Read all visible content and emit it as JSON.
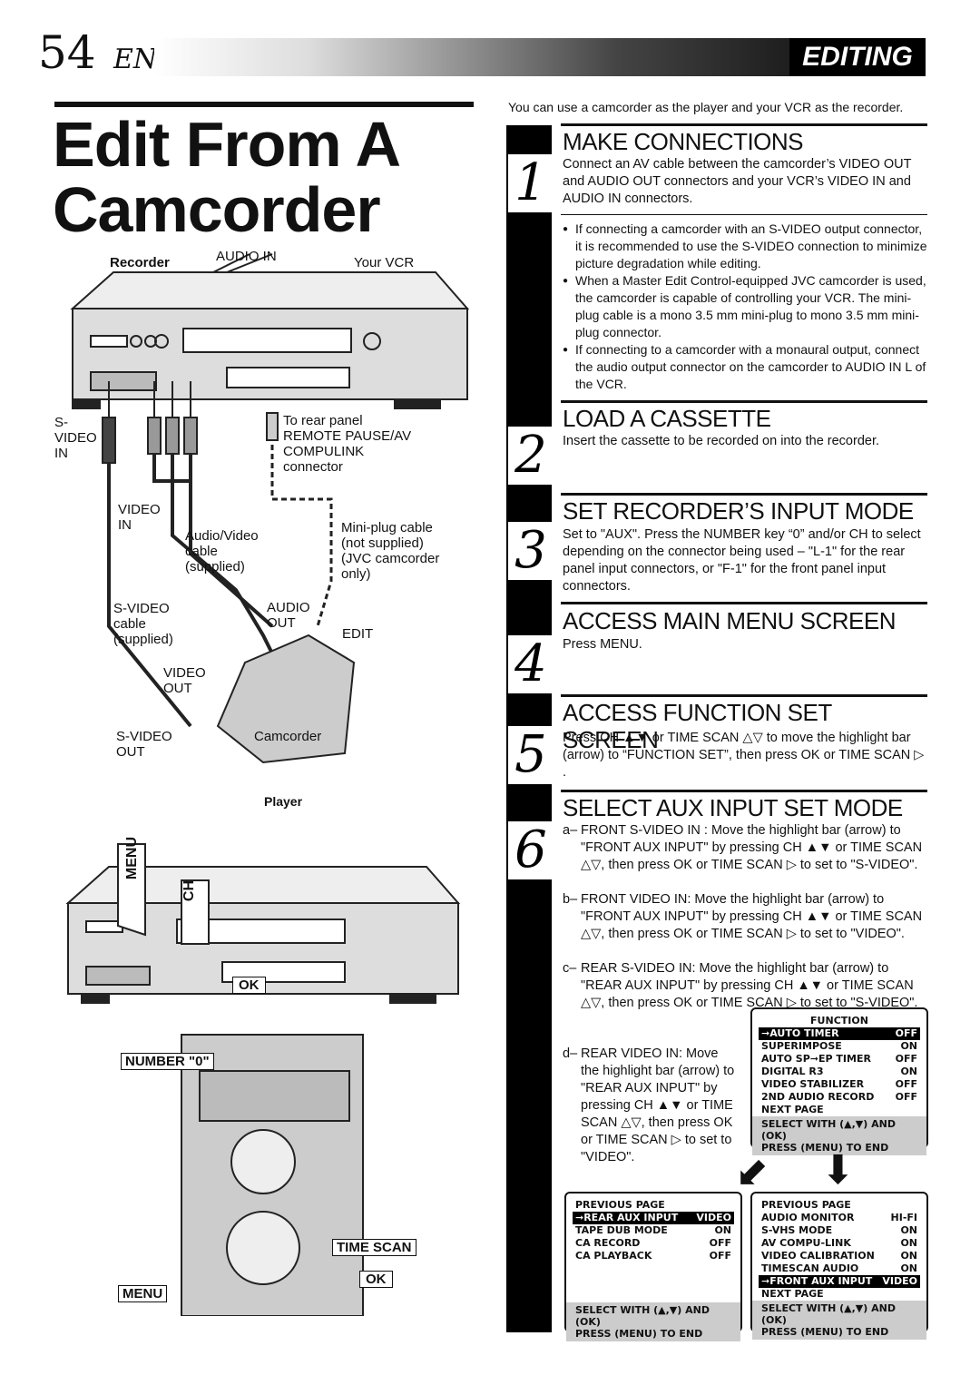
{
  "header": {
    "page_number": "54",
    "lang": "EN",
    "section": "EDITING"
  },
  "title": {
    "line1": "Edit From A",
    "line2": "Camcorder"
  },
  "diagram": {
    "recorder": "Recorder",
    "audio_in": "AUDIO IN",
    "your_vcr": "Your VCR",
    "svideo_in": "S-\nVIDEO\nIN",
    "to_rear": "To rear panel\nREMOTE PAUSE/AV\nCOMPULINK\nconnector",
    "video_in": "VIDEO\nIN",
    "av_cable": "Audio/Video\ncable\n(supplied)",
    "miniplug": "Mini-plug cable\n(not supplied)\n(JVC camcorder\nonly)",
    "svideo_cable": "S-VIDEO\ncable\n(supplied)",
    "audio_out": "AUDIO\nOUT",
    "edit": "EDIT",
    "video_out": "VIDEO\nOUT",
    "svideo_out": "S-VIDEO\nOUT",
    "camcorder": "Camcorder",
    "player": "Player",
    "menu": "MENU",
    "ch": "CH",
    "ok": "OK",
    "number0": "NUMBER \"0\"",
    "time_scan": "TIME SCAN",
    "menu2": "MENU",
    "ok2": "OK"
  },
  "intro": "You can use a camcorder as the player and your VCR as the recorder.",
  "steps": [
    {
      "num": "1",
      "heading": "MAKE CONNECTIONS",
      "text": "Connect an AV cable between the camcorder’s VIDEO OUT and AUDIO OUT connectors and your VCR’s VIDEO IN and AUDIO IN connectors."
    },
    {
      "num": "2",
      "heading": "LOAD A CASSETTE",
      "text": "Insert the cassette to be recorded on into the recorder."
    },
    {
      "num": "3",
      "heading": "SET RECORDER’S INPUT MODE",
      "text": "Set to \"AUX\". Press the NUMBER key “0” and/or CH to select depending on the connector being used – \"L-1\" for the rear panel input connectors, or \"F-1\" for the front panel input connectors."
    },
    {
      "num": "4",
      "heading": "ACCESS MAIN MENU SCREEN",
      "text": "Press MENU."
    },
    {
      "num": "5",
      "heading": "ACCESS FUNCTION SET SCREEN",
      "text": "Press CH ▲▼ or TIME SCAN △▽ to move the highlight bar (arrow) to “FUNCTION SET”, then press OK or TIME SCAN ▷ ."
    },
    {
      "num": "6",
      "heading": "SELECT AUX INPUT SET MODE"
    }
  ],
  "bullets": [
    "If connecting a camcorder with an S-VIDEO output connector, it is recommended to use the S-VIDEO connection to minimize picture degradation while editing.",
    "When a Master Edit Control-equipped JVC camcorder is used, the camcorder is capable of controlling your VCR. The mini-plug cable is a mono 3.5 mm mini-plug to mono 3.5 mm mini-plug connector.",
    "If connecting to a camcorder with a monaural output, connect the audio output connector on the camcorder to AUDIO IN L of the VCR."
  ],
  "subs": [
    {
      "l": "a–",
      "t": "FRONT S-VIDEO IN : Move the highlight bar (arrow) to \"FRONT AUX INPUT\" by pressing CH ▲▼ or TIME SCAN △▽, then press OK or TIME SCAN ▷ to set to \"S-VIDEO\"."
    },
    {
      "l": "b–",
      "t": "FRONT VIDEO IN: Move the highlight bar (arrow) to \"FRONT AUX INPUT\" by pressing CH ▲▼ or TIME SCAN △▽, then press OK or TIME SCAN ▷ to set to \"VIDEO\"."
    },
    {
      "l": "c–",
      "t": "REAR S-VIDEO IN: Move the highlight bar (arrow) to \"REAR AUX INPUT\" by pressing CH ▲▼ or TIME SCAN △▽, then press OK or TIME SCAN ▷ to set to \"S-VIDEO\"."
    },
    {
      "l": "d–",
      "t": "REAR VIDEO IN: Move the highlight bar (arrow) to \"REAR AUX INPUT\" by pressing CH ▲▼ or TIME SCAN △▽, then press OK or TIME SCAN ▷ to set to \"VIDEO\"."
    }
  ],
  "menu_function": {
    "title": "FUNCTION",
    "rows": [
      [
        "➞AUTO TIMER",
        "OFF"
      ],
      [
        "SUPERIMPOSE",
        "ON"
      ],
      [
        "AUTO SP➞EP TIMER",
        "OFF"
      ],
      [
        "DIGITAL R3",
        "ON"
      ],
      [
        "VIDEO STABILIZER",
        "OFF"
      ],
      [
        "2ND AUDIO RECORD",
        "OFF"
      ],
      [
        "NEXT PAGE",
        ""
      ]
    ],
    "foot": "SELECT WITH (▲,▼) AND (OK)\nPRESS (MENU) TO END"
  },
  "menu_rear": {
    "rows": [
      [
        "PREVIOUS PAGE",
        ""
      ],
      [
        "➞REAR AUX INPUT",
        "VIDEO"
      ],
      [
        "TAPE DUB MODE",
        "ON"
      ],
      [
        "CA RECORD",
        "OFF"
      ],
      [
        "CA PLAYBACK",
        "OFF"
      ]
    ],
    "foot": "SELECT WITH (▲,▼) AND (OK)\nPRESS (MENU) TO END"
  },
  "menu_front": {
    "rows": [
      [
        "PREVIOUS PAGE",
        ""
      ],
      [
        "AUDIO MONITOR",
        "HI-FI"
      ],
      [
        "S-VHS MODE",
        "ON"
      ],
      [
        "AV COMPU-LINK",
        "ON"
      ],
      [
        "VIDEO CALIBRATION",
        "ON"
      ],
      [
        "TIMESCAN AUDIO",
        "ON"
      ],
      [
        "➞FRONT AUX INPUT",
        "VIDEO"
      ],
      [
        "NEXT PAGE",
        ""
      ]
    ],
    "foot": "SELECT WITH (▲,▼) AND (OK)\nPRESS (MENU) TO END"
  }
}
